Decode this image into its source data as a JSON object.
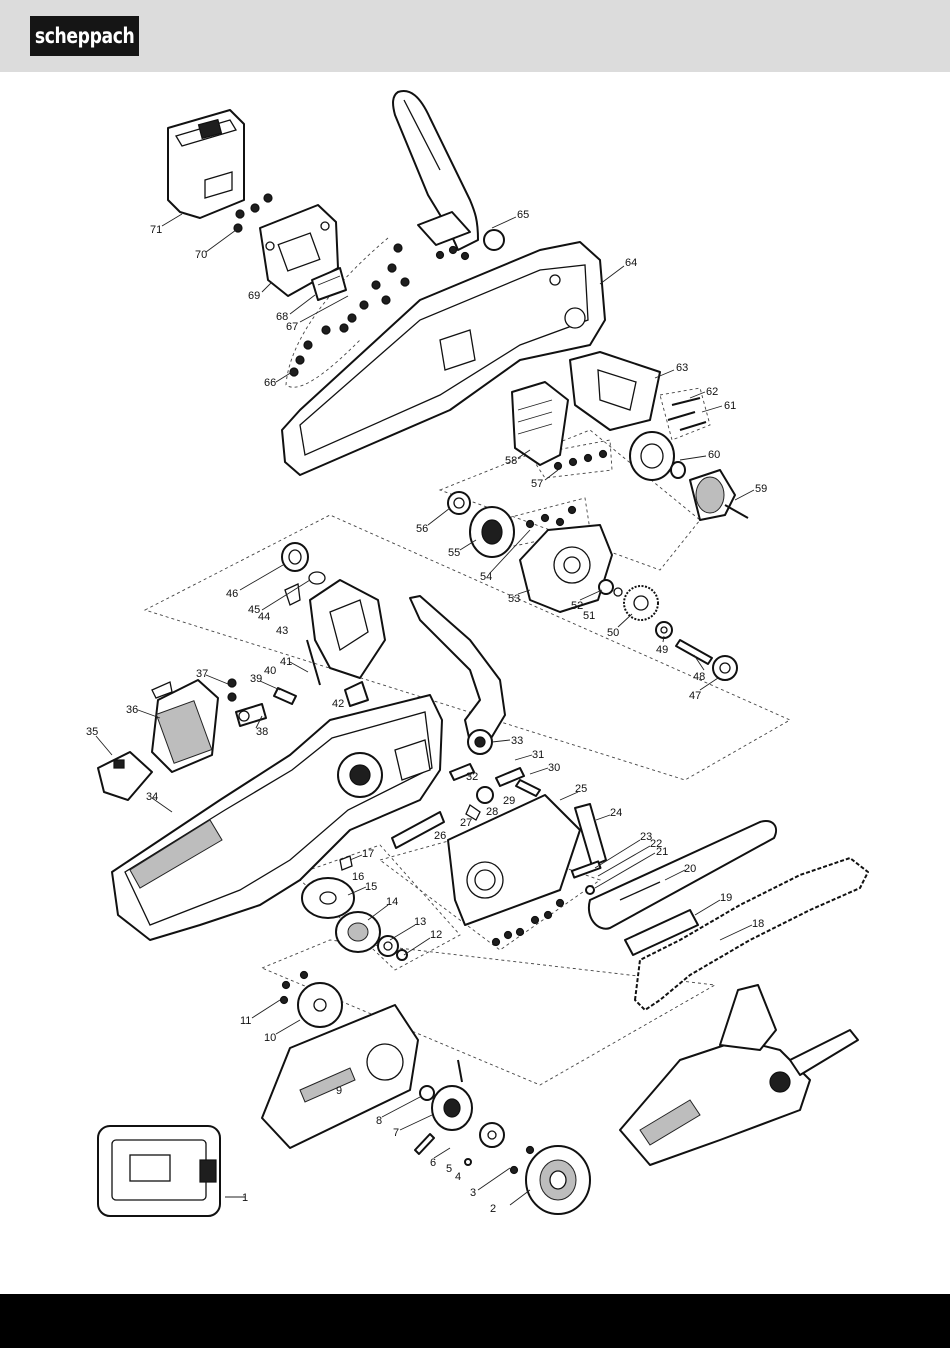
{
  "header": {
    "brand": "scheppach",
    "header_bg": "#dcdcdc",
    "logo_bg": "#151515"
  },
  "footer": {
    "bg": "#000000"
  },
  "parts": [
    "1",
    "2",
    "3",
    "4",
    "5",
    "6",
    "7",
    "8",
    "9",
    "10",
    "11",
    "12",
    "13",
    "14",
    "15",
    "16",
    "17",
    "18",
    "19",
    "20",
    "21",
    "22",
    "23",
    "24",
    "25",
    "26",
    "27",
    "28",
    "29",
    "30",
    "31",
    "32",
    "33",
    "34",
    "35",
    "36",
    "37",
    "38",
    "39",
    "40",
    "41",
    "42",
    "43",
    "44",
    "45",
    "46",
    "47",
    "48",
    "49",
    "50",
    "51",
    "52",
    "53",
    "54",
    "55",
    "56",
    "57",
    "58",
    "59",
    "60",
    "61",
    "62",
    "63",
    "64",
    "65",
    "66",
    "67",
    "68",
    "69",
    "70",
    "71"
  ]
}
